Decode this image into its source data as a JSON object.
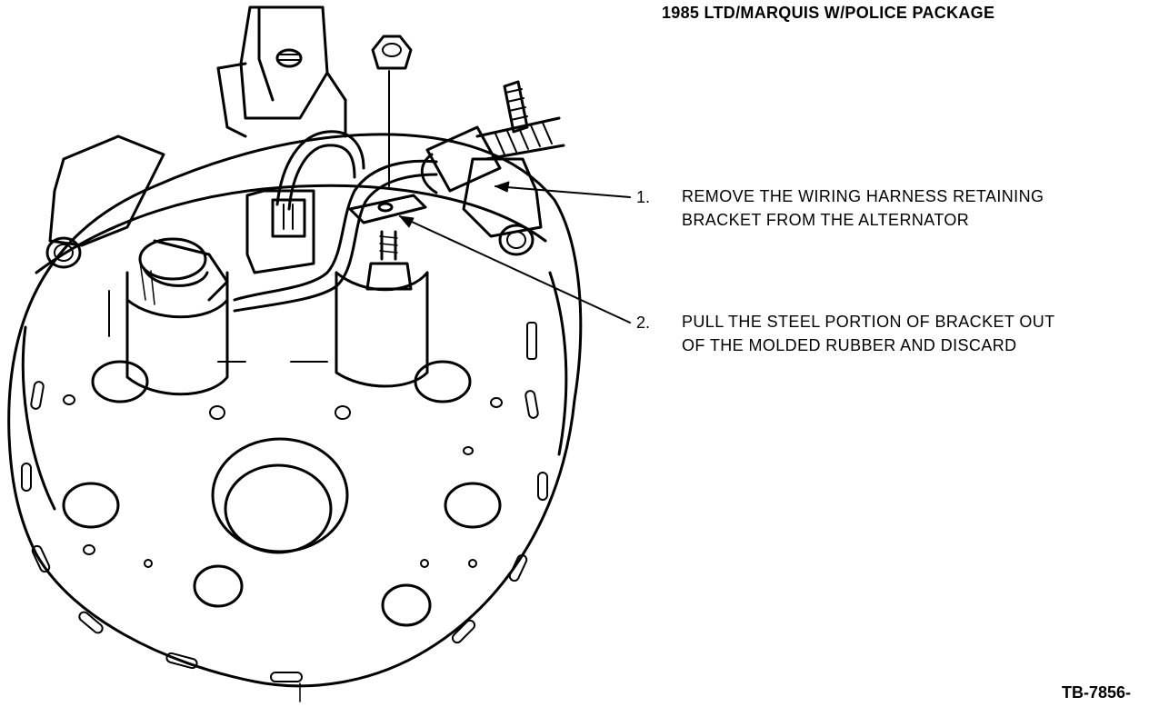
{
  "title": "1985 LTD/MARQUIS W/POLICE PACKAGE",
  "callouts": [
    {
      "number": "1.",
      "line1": "REMOVE THE WIRING HARNESS RETAINING",
      "line2": "BRACKET FROM THE ALTERNATOR"
    },
    {
      "number": "2.",
      "line1": "PULL THE STEEL PORTION OF BRACKET OUT",
      "line2": "OF THE MOLDED RUBBER AND DISCARD"
    }
  ],
  "reference": "TB-7856-",
  "colors": {
    "ink": "#000000",
    "paper": "#ffffff"
  }
}
